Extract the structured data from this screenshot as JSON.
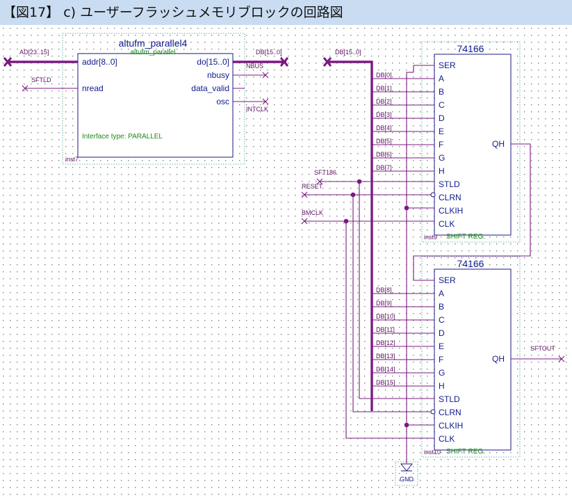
{
  "title": "【図17】 c) ユーザーフラッシュメモリブロックの回路図",
  "altufm": {
    "name": "altufm_parallel4",
    "subname": "altufm_parallel",
    "ports_left": [
      "addr[8..0]",
      "nread"
    ],
    "ports_right": [
      "do[15..0]",
      "nbusy",
      "data_valid",
      "osc"
    ],
    "interface": "Interface type: PARALLEL",
    "inst": "inst7"
  },
  "net_labels": {
    "ad": "AD[23..15]",
    "sftld": "SFTLD",
    "db_out": "DB[15..0]",
    "nbus": "NBUS",
    "intclk": "INTCLK",
    "db_bus": "DB[15..0]",
    "sft186": "SFT186",
    "reset": "RESET",
    "bmclk": "BMCLK",
    "sftout": "SFTOUT",
    "gnd": "GND"
  },
  "db_upper": [
    "DB[0]",
    "DB[1]",
    "DB[2]",
    "DB[3]",
    "DB[4]",
    "DB[5]",
    "DB[6]",
    "DB[7]"
  ],
  "db_lower": [
    "DB[8]",
    "DB[9]",
    "DB[10]",
    "DB[11]",
    "DB[12]",
    "DB[13]",
    "DB[14]",
    "DB[15]"
  ],
  "shift_upper": {
    "part": "74166",
    "pins_left": [
      "SER",
      "A",
      "B",
      "C",
      "D",
      "E",
      "F",
      "G",
      "H",
      "STLD",
      "CLRN",
      "CLKIH",
      "CLK"
    ],
    "pin_right": "QH",
    "inst": "inst9",
    "desc": "SHIFT REG."
  },
  "shift_lower": {
    "part": "74166",
    "pins_left": [
      "SER",
      "A",
      "B",
      "C",
      "D",
      "E",
      "F",
      "G",
      "H",
      "STLD",
      "CLRN",
      "CLKIH",
      "CLK"
    ],
    "pin_right": "QH",
    "inst": "inst10",
    "desc": "SHIFT REG."
  },
  "colors": {
    "background": "#c9dcf1",
    "canvas": "#ffffff",
    "wire": "#7a1a80",
    "text": "#0f1a8c",
    "instance_text": "#1a8a1a"
  }
}
